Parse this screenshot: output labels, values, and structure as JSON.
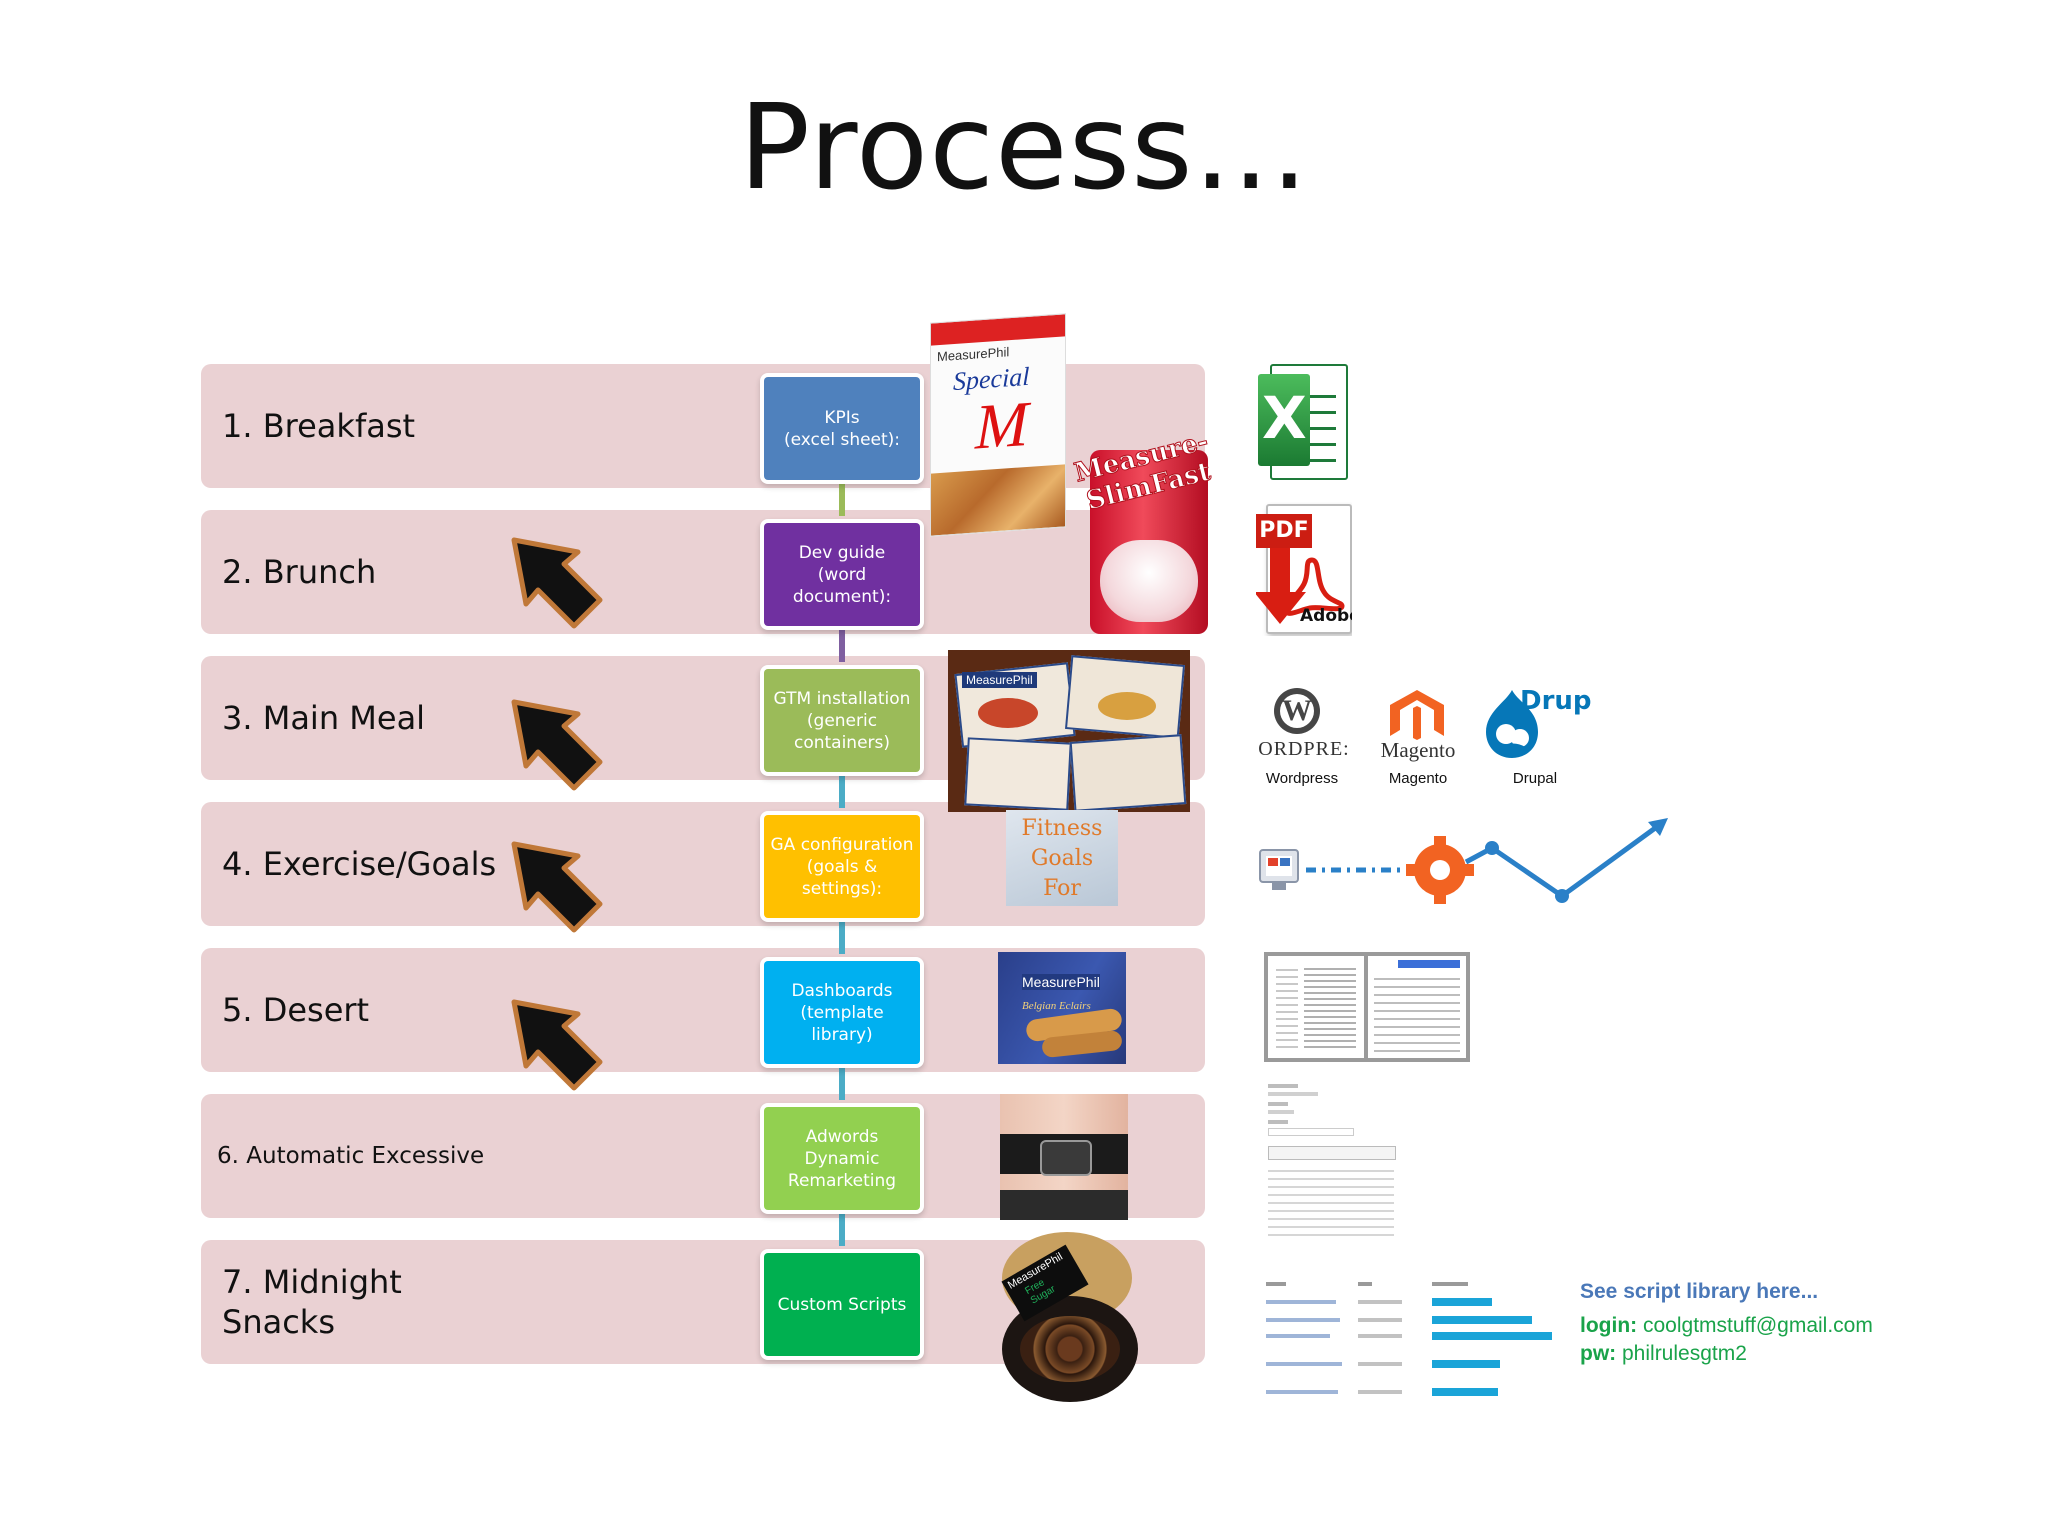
{
  "title": "Process...",
  "rows": [
    {
      "label": "1. Breakfast",
      "box": "KPIs\n(excel sheet):",
      "color": "#4f81bd"
    },
    {
      "label": "2. Brunch",
      "box": "Dev guide\n(word\ndocument):",
      "color": "#7030a0"
    },
    {
      "label": "3. Main Meal",
      "box": "GTM installation\n(generic\ncontainers)",
      "color": "#9bbb59"
    },
    {
      "label": "4. Exercise/Goals",
      "box": "GA configuration\n(goals &\nsettings):",
      "color": "#ffc000"
    },
    {
      "label": "5. Desert",
      "box": "Dashboards\n(template\nlibrary)",
      "color": "#00b0f0"
    },
    {
      "label": "6. Automatic Excessive",
      "box": "Adwords\nDynamic\nRemarketing",
      "color": "#92d050"
    },
    {
      "label": "7. Midnight\nSnacks",
      "box": "Custom Scripts",
      "color": "#00b050"
    }
  ],
  "images": {
    "cereal_brand": "MeasurePhil",
    "cereal_name": "Special",
    "shake_text": "Measure-\nSlimFast",
    "meals_brand": "MeasurePhil",
    "fitness_text": "Fitness\nGoals\nFor Success",
    "dessert_brand": "MeasurePhil",
    "dessert_sub": "Belgian Eclairs",
    "chocolate_brand": "MeasurePhil",
    "chocolate_sub": "Free\nSugar"
  },
  "icons": {
    "excel": "X",
    "pdf_label": "PDF",
    "adobe_label": "Adobe"
  },
  "platforms": [
    {
      "logo": "ORDPRE:",
      "label": "Wordpress"
    },
    {
      "logo": "Magento",
      "label": "Magento"
    },
    {
      "logo": "Drup",
      "label": "Drupal"
    }
  ],
  "script_note": {
    "heading": "See script library here...",
    "login_label": "login:",
    "login_value": "coolgtmstuff@gmail.com",
    "pw_label": "pw:",
    "pw_value": "philrulesgtm2"
  }
}
